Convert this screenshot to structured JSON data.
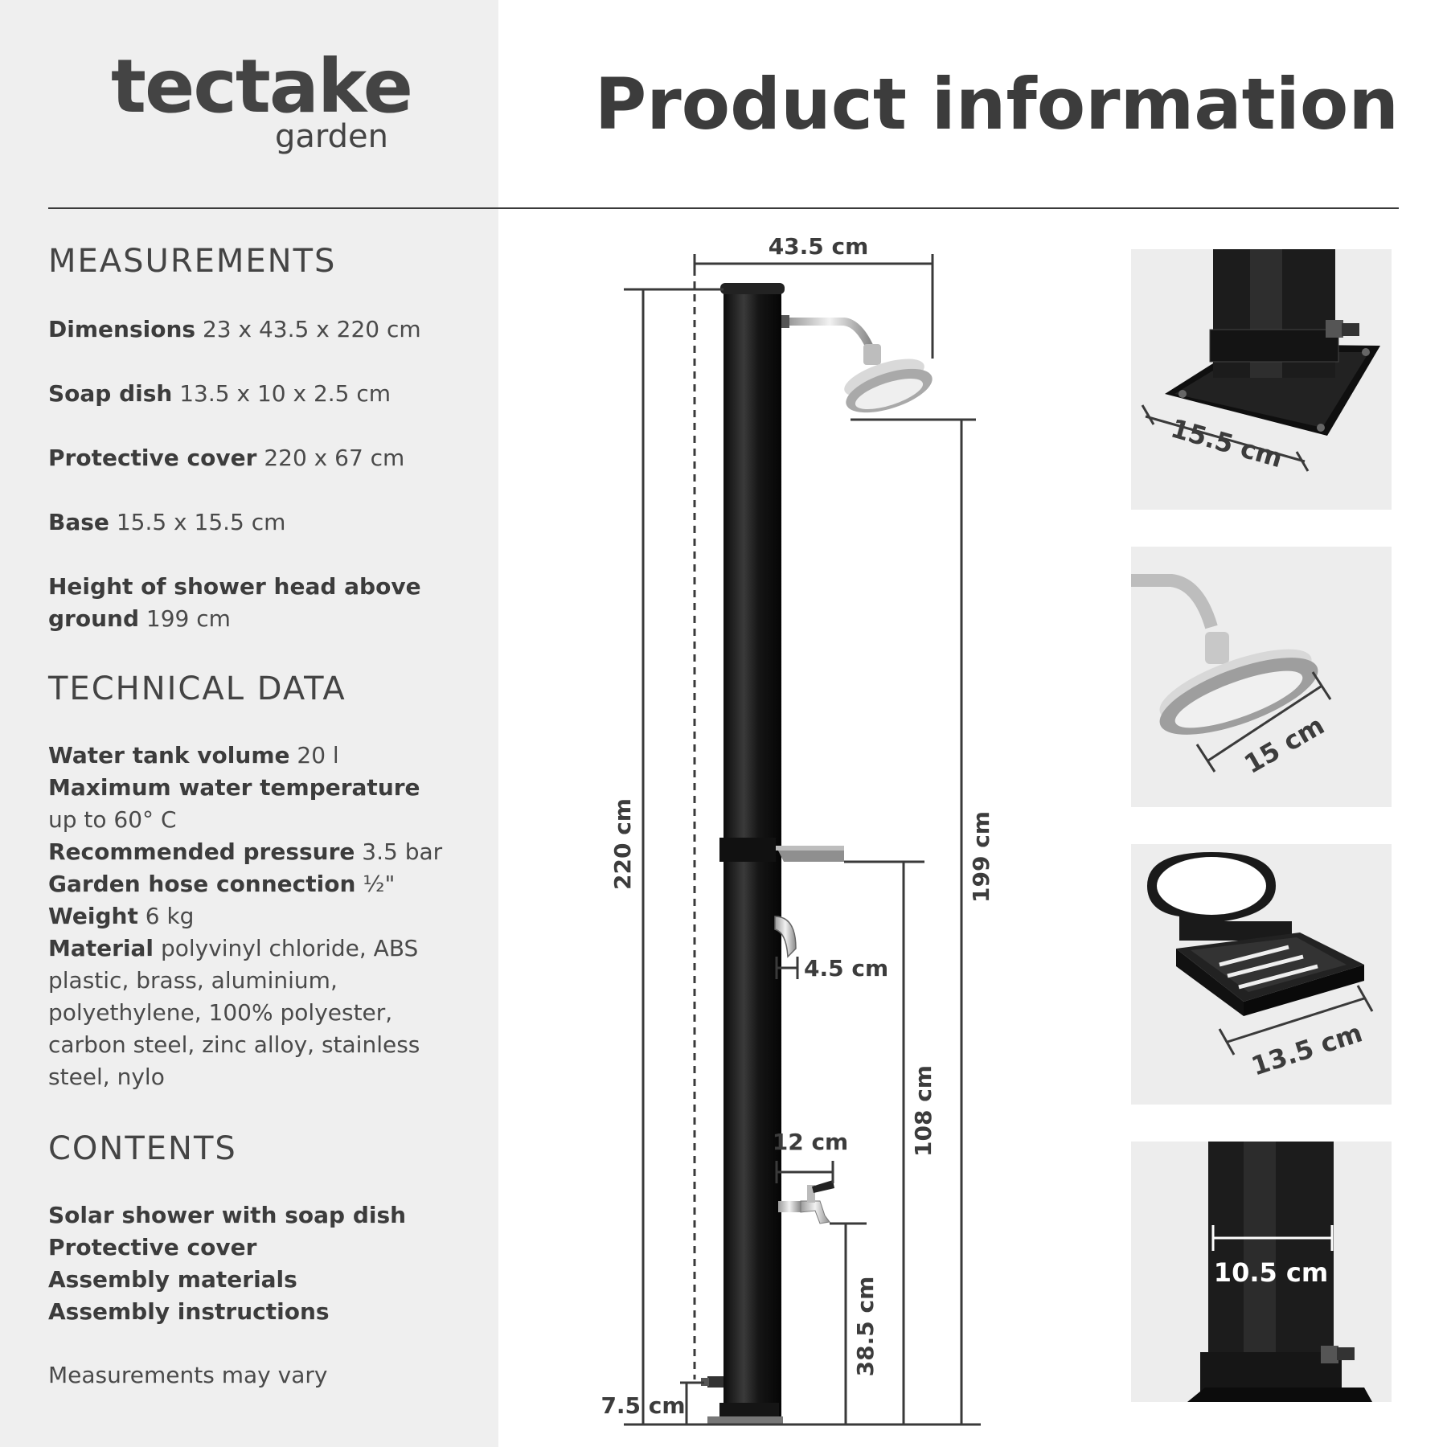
{
  "brand": {
    "name": "tectake",
    "sub": "garden"
  },
  "title": "Product information",
  "measurements": {
    "heading": "MEASUREMENTS",
    "items": [
      {
        "label": "Dimensions",
        "value": "23 x 43.5 x 220 cm"
      },
      {
        "label": "Soap dish",
        "value": "13.5 x 10 x 2.5 cm"
      },
      {
        "label": "Protective cover",
        "value": "220 x 67 cm"
      },
      {
        "label": "Base",
        "value": "15.5 x 15.5 cm"
      },
      {
        "label": "Height of shower head above ground",
        "value": "199 cm"
      }
    ]
  },
  "technical": {
    "heading": "TECHNICAL DATA",
    "items": [
      {
        "label": "Water tank volume",
        "value": "20 l"
      },
      {
        "label": "Maximum water temperature",
        "value": "up to 60° C"
      },
      {
        "label": "Recommended pressure",
        "value": "3.5 bar"
      },
      {
        "label": "Garden hose connection",
        "value": "½\""
      },
      {
        "label": "Weight",
        "value": "6 kg"
      },
      {
        "label": "Material",
        "value": "polyvinyl chloride, ABS plastic, brass, aluminium, polyethylene, 100% polyester, carbon steel, zinc alloy, stainless steel, nylo"
      }
    ]
  },
  "contents": {
    "heading": "CONTENTS",
    "items": [
      "Solar shower with soap dish",
      "Protective cover",
      "Assembly materials",
      "Assembly instructions"
    ]
  },
  "note": "Measurements may vary",
  "diagram": {
    "width": "43.5 cm",
    "height_total": "220 cm",
    "height_head": "199 cm",
    "height_dish": "108 cm",
    "handle_offset": "4.5 cm",
    "tap_width": "12 cm",
    "tap_height": "38.5 cm",
    "hose_height": "7.5 cm"
  },
  "thumbnails": {
    "base": "15.5 cm",
    "head": "15 cm",
    "dish": "13.5 cm",
    "pipe": "10.5 cm"
  },
  "colors": {
    "panel": "#efefef",
    "text": "#3c3c3c",
    "pipe": "#1a1a1a",
    "chrome": "#c8c8c8"
  }
}
